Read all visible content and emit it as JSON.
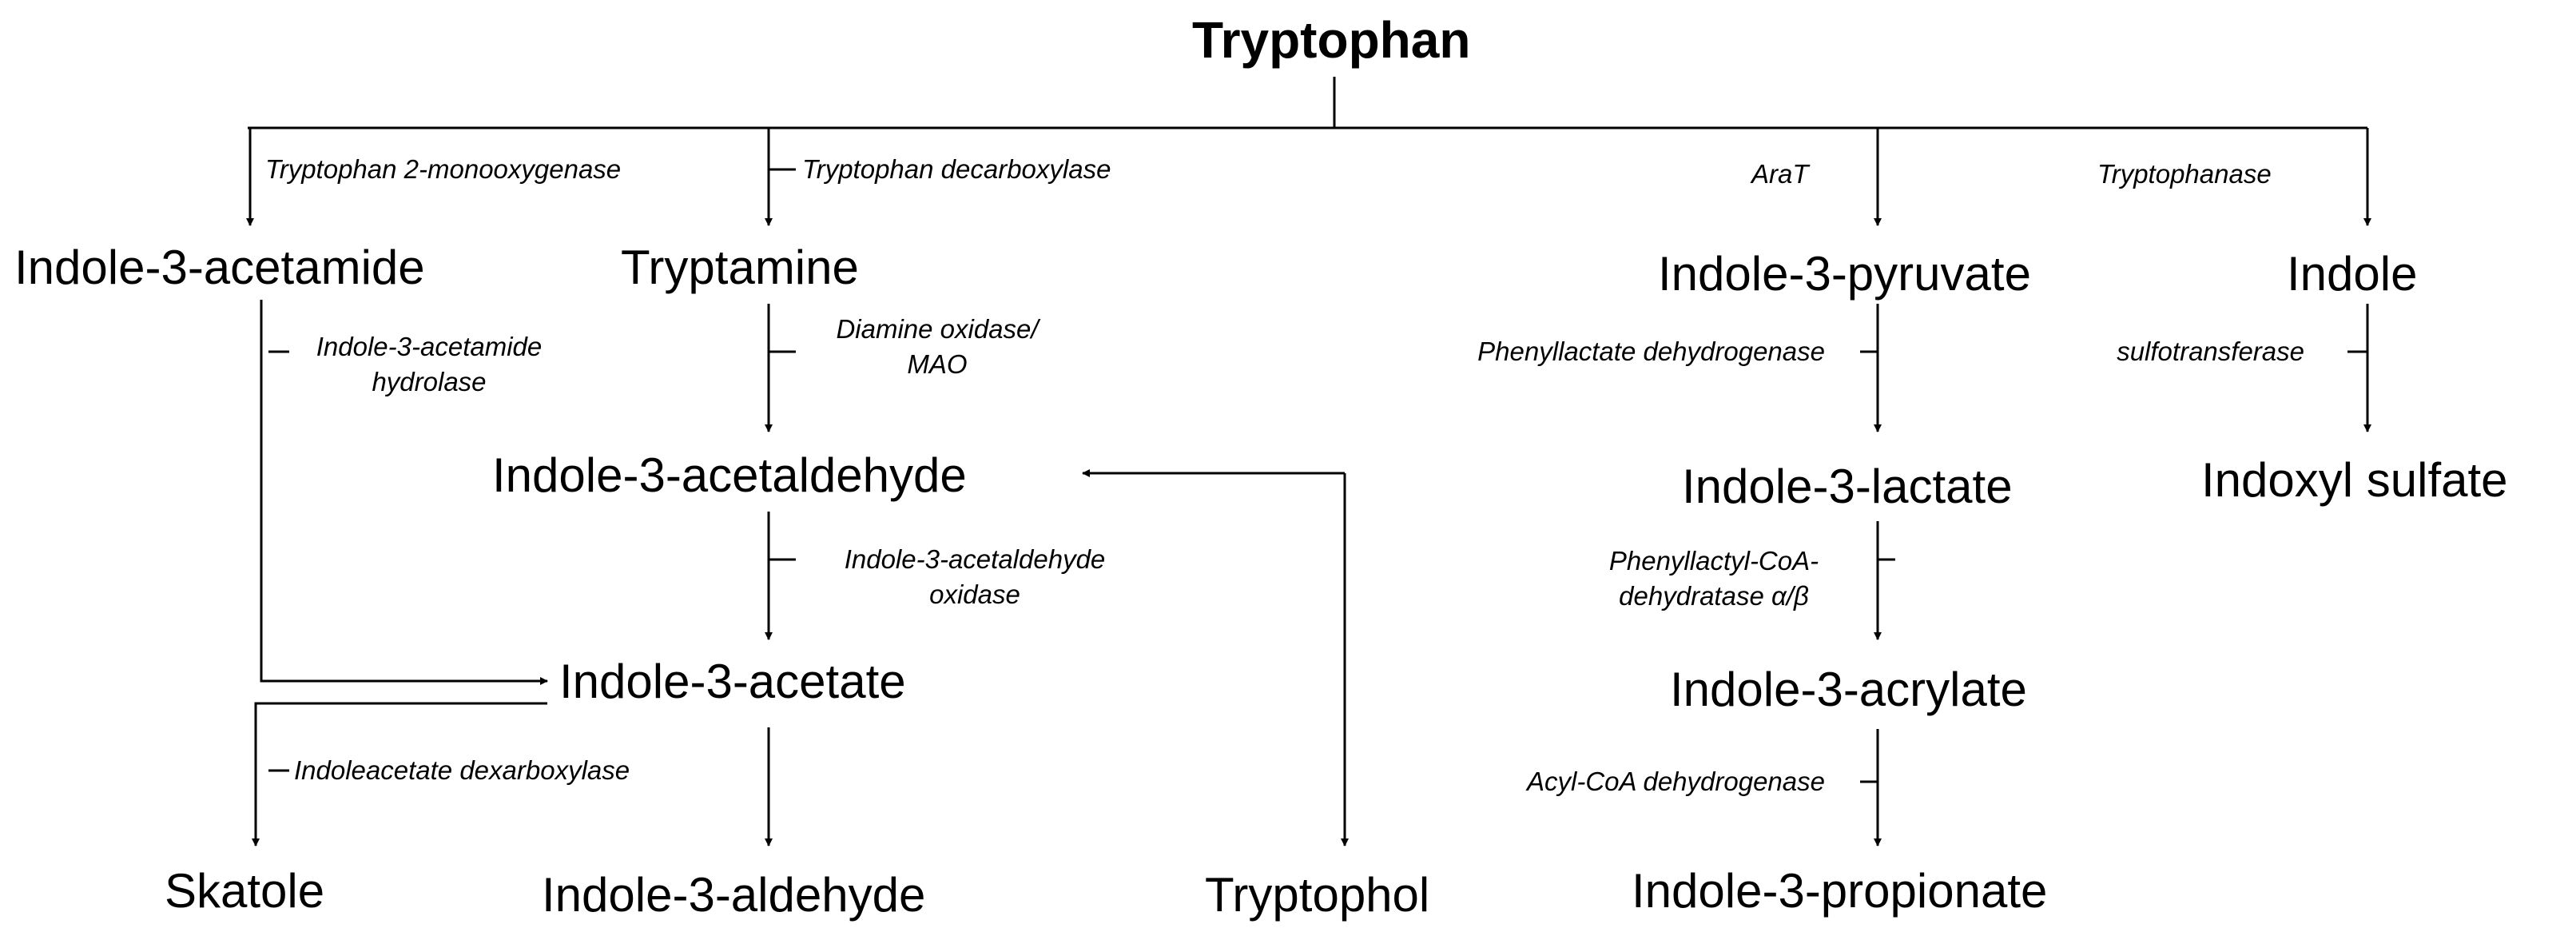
{
  "compounds": {
    "tryptophan": "Tryptophan",
    "indole_3_acetamide": "Indole-3-acetamide",
    "tryptamine": "Tryptamine",
    "indole_3_pyruvate": "Indole-3-pyruvate",
    "indole": "Indole",
    "indole_3_acetaldehyde": "Indole-3-acetaldehyde",
    "indole_3_lactate": "Indole-3-lactate",
    "indoxyl_sulfate": "Indoxyl sulfate",
    "indole_3_acetate": "Indole-3-acetate",
    "indole_3_acrylate": "Indole-3-acrylate",
    "skatole": "Skatole",
    "indole_3_aldehyde": "Indole-3-aldehyde",
    "tryptophol": "Tryptophol",
    "indole_3_propionate": "Indole-3-propionate"
  },
  "enzymes": {
    "tryptophan_2_monooxygenase": "Tryptophan 2-monooxygenase",
    "tryptophan_decarboxylase": "Tryptophan decarboxylase",
    "arat": "AraT",
    "tryptophanase": "Tryptophanase",
    "indole_3_acetamide_hydrolase": [
      "Indole-3-acetamide",
      "hydrolase"
    ],
    "diamine_oxidase_mao": [
      "Diamine oxidase/",
      "MAO"
    ],
    "phenyllactate_dehydrogenase": "Phenyllactate dehydrogenase",
    "sulfotransferase": "sulfotransferase",
    "indole_3_acetaldehyde_oxidase": [
      "Indole-3-acetaldehyde",
      "oxidase"
    ],
    "phenyllactyl_coa_dehydratase": [
      "Phenyllactyl-CoA-",
      "dehydratase α/β"
    ],
    "indoleacetate_decarboxylase": "Indoleacetate dexarboxylase",
    "acyl_coa_dehydrogenase": "Acyl-CoA dehydrogenase"
  }
}
